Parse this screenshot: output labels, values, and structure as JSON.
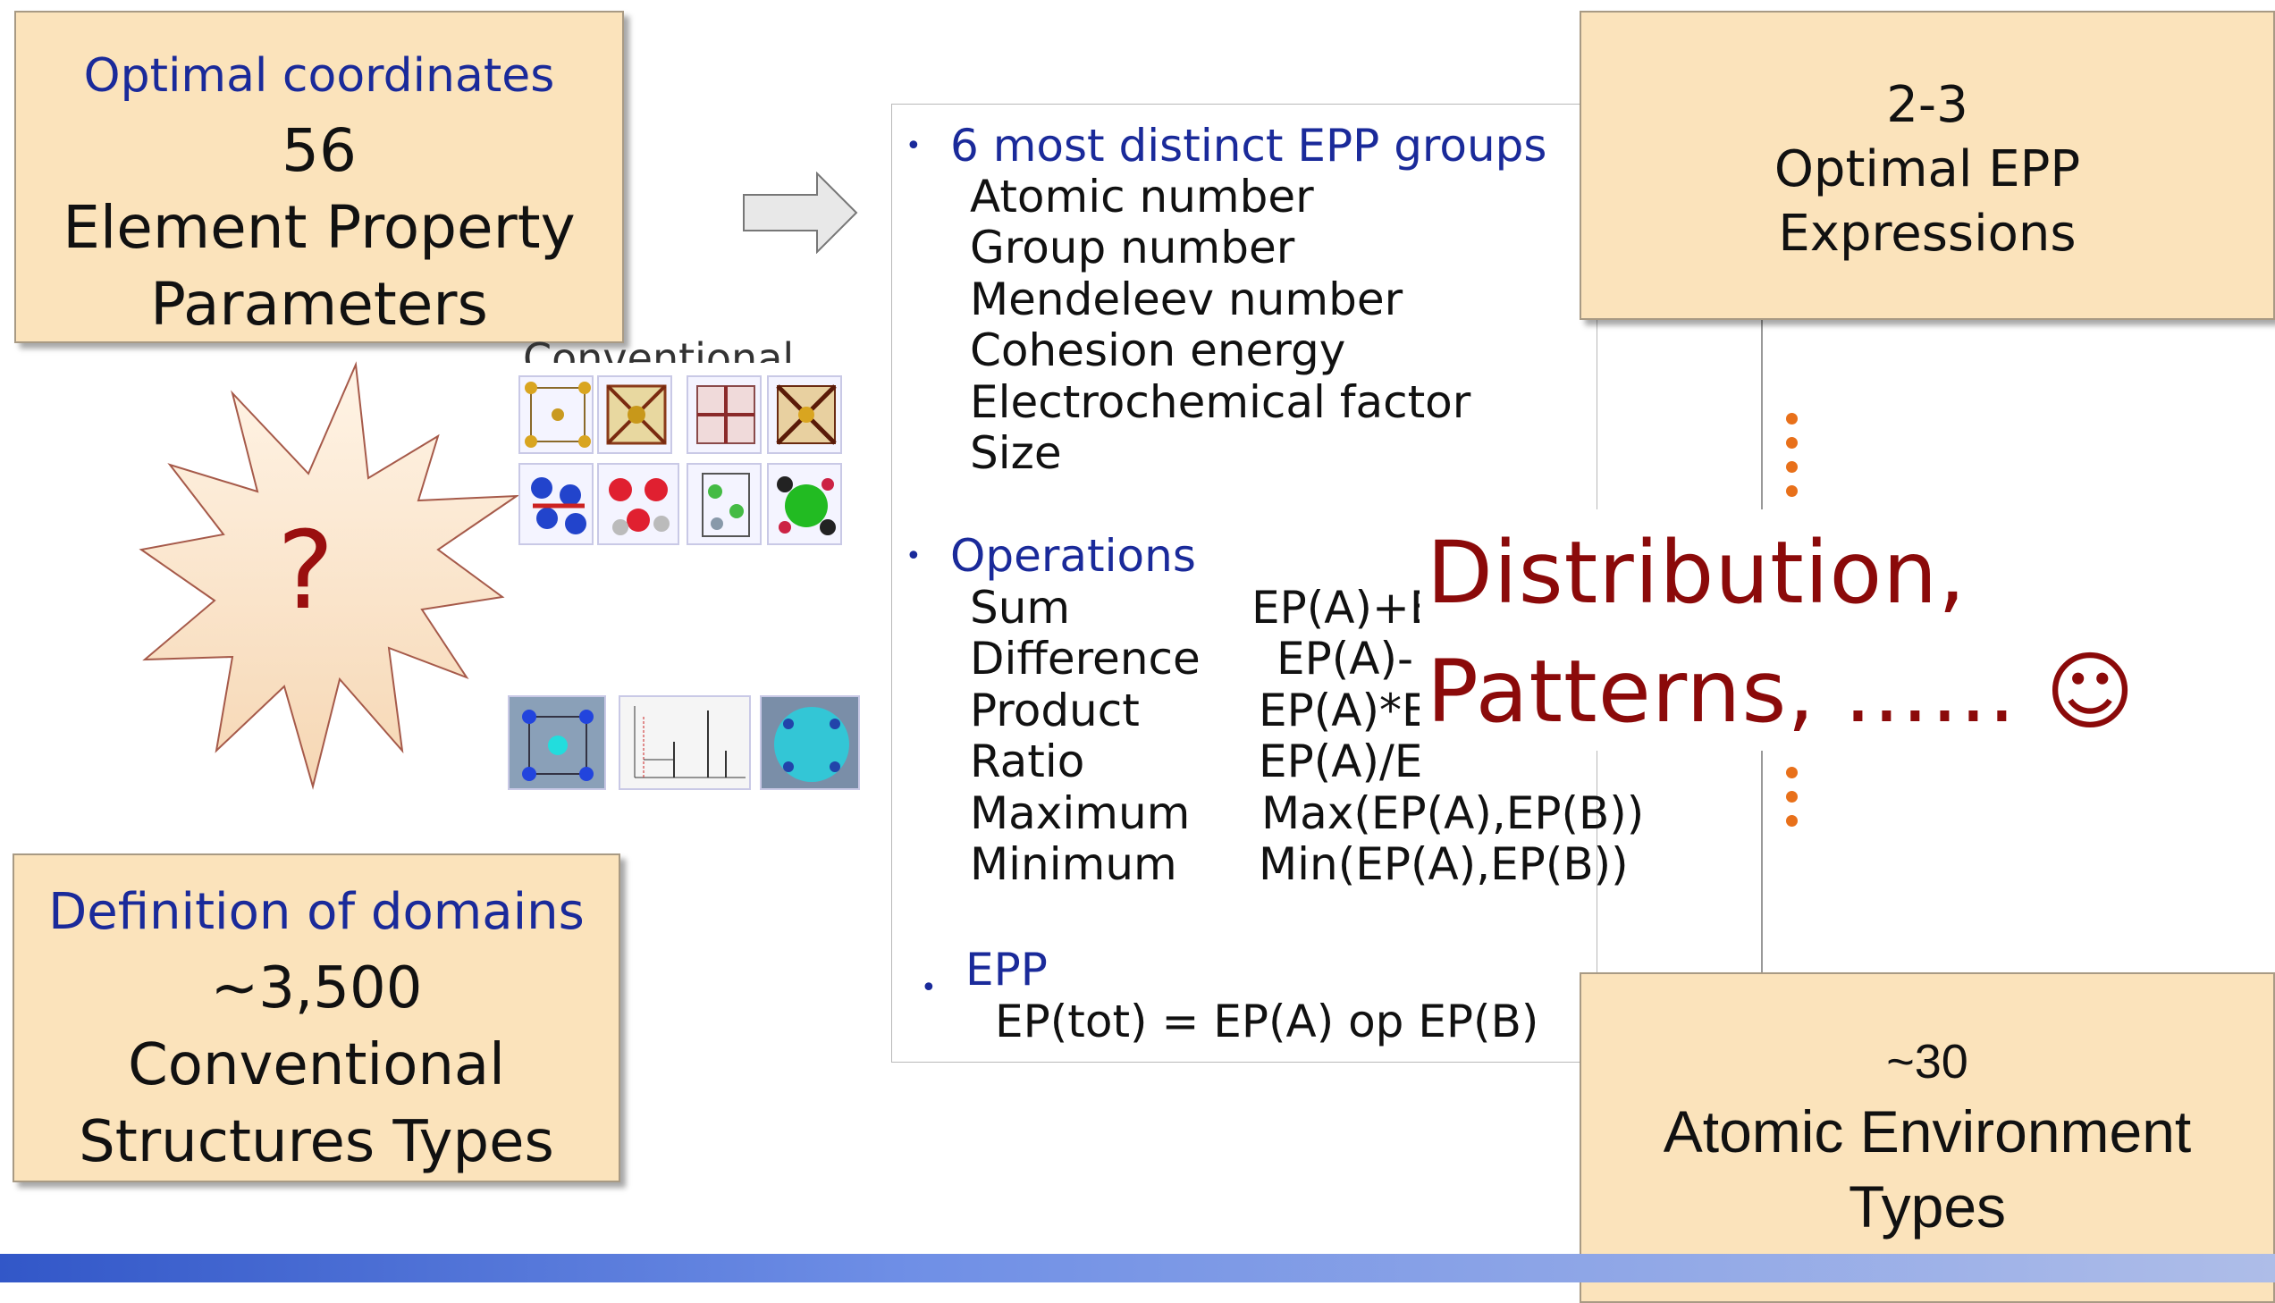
{
  "box_coords": {
    "subtitle": "Optimal coordinates",
    "count": "56",
    "line1": "Element Property",
    "line2": "Parameters"
  },
  "box_domains": {
    "subtitle": "Definition of domains",
    "count": "~3,500",
    "line1": "Conventional",
    "line2": "Structures Types"
  },
  "box_epp": {
    "line1": "2-3",
    "line2": "Optimal EPP",
    "line3": "Expressions"
  },
  "box_aet": {
    "line1": "~30",
    "line2": "Atomic Environment",
    "line3": "Types"
  },
  "question_mark": "?",
  "panel": {
    "groups_heading": "6 most distinct EPP groups",
    "groups": [
      "Atomic number",
      "Group number",
      "Mendeleev number",
      "Cohesion energy",
      "Electrochemical factor",
      "Size"
    ],
    "operations_heading": "Operations",
    "operations": [
      {
        "name": "Sum",
        "formula": "EP(A)+E"
      },
      {
        "name": "Difference",
        "formula": "EP(A)-"
      },
      {
        "name": "Product",
        "formula": "EP(A)*E"
      },
      {
        "name": "Ratio",
        "formula": "EP(A)/E"
      },
      {
        "name": "Maximum",
        "formula": "Max(EP(A),EP(B))"
      },
      {
        "name": "Minimum",
        "formula": "Min(EP(A),EP(B))"
      }
    ],
    "epp_heading": "EPP",
    "epp_formula": "EP(tot) = EP(A) op EP(B)"
  },
  "overlay": {
    "line1": "Distribution,",
    "line2": "Patterns, ……  ☺"
  },
  "partial_text_1": "Conventional",
  "colors": {
    "box_fill": "#fbe3bb",
    "heading_blue": "#1a2a9a",
    "overlay_red": "#8b0a0a",
    "dot_orange": "#e8701a"
  }
}
